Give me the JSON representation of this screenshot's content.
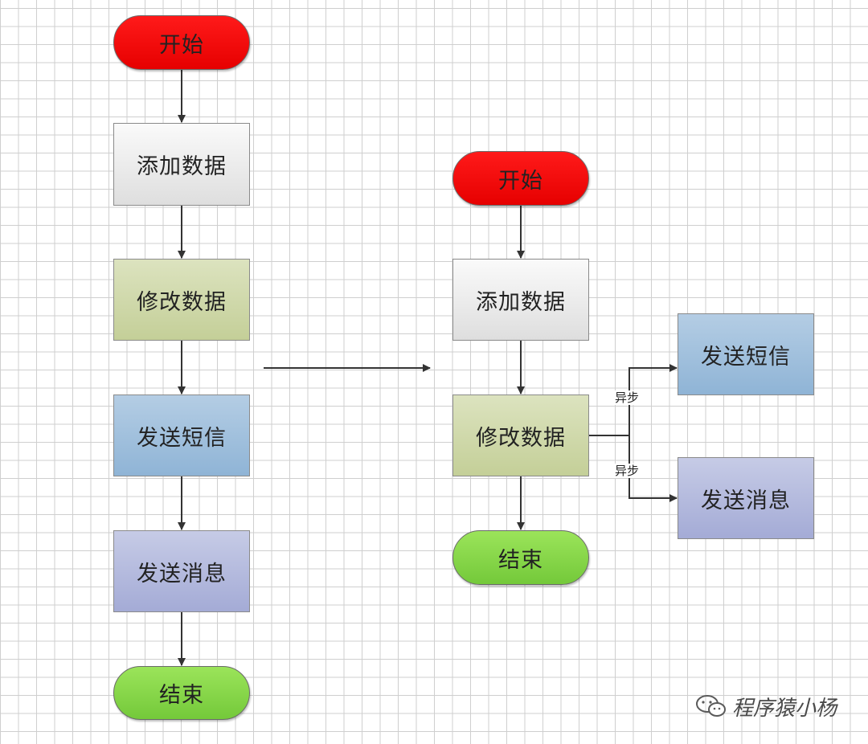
{
  "left_flow": {
    "start": "开始",
    "add": "添加数据",
    "modify": "修改数据",
    "sms": "发送短信",
    "message": "发送消息",
    "end": "结束"
  },
  "right_flow": {
    "start": "开始",
    "add": "添加数据",
    "modify": "修改数据",
    "end": "结束",
    "sms": "发送短信",
    "message": "发送消息",
    "async_label_top": "异步",
    "async_label_bottom": "异步"
  },
  "watermark": {
    "icon": "wechat-icon",
    "text": "程序猿小杨"
  },
  "colors": {
    "start": "#ff0000",
    "end": "#86d64a",
    "add": "#eeeeee",
    "modify": "#d1d9ad",
    "sms": "#9fbfdc",
    "message": "#b3b8de",
    "arrow": "#333333"
  }
}
